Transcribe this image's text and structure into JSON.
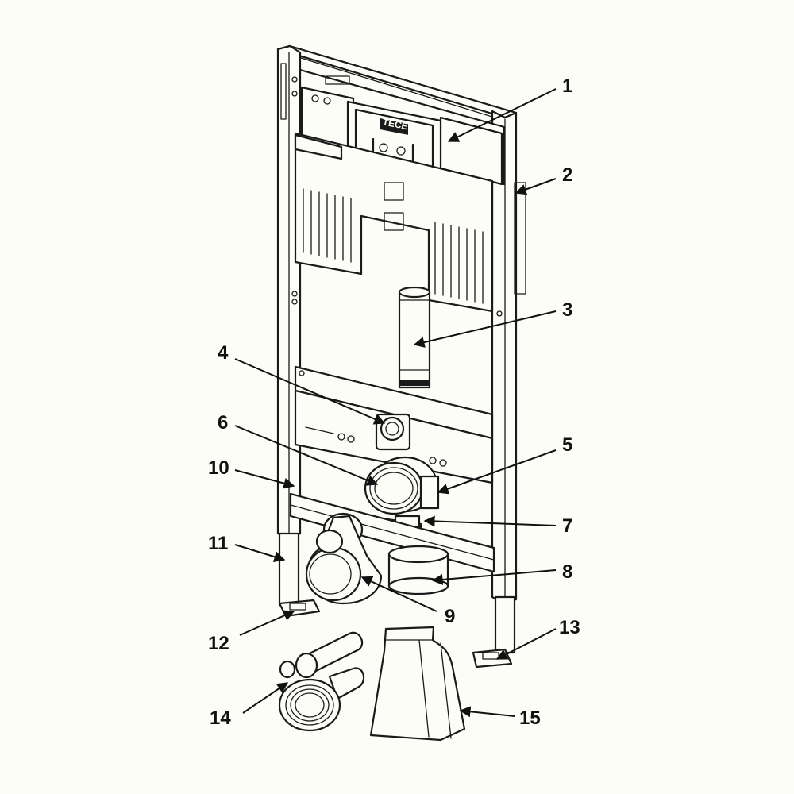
{
  "diagram": {
    "brand_label": "TECE",
    "callouts": [
      {
        "id": "c1",
        "label": "1"
      },
      {
        "id": "c2",
        "label": "2"
      },
      {
        "id": "c3",
        "label": "3"
      },
      {
        "id": "c4",
        "label": "4"
      },
      {
        "id": "c5",
        "label": "5"
      },
      {
        "id": "c6",
        "label": "6"
      },
      {
        "id": "c7",
        "label": "7"
      },
      {
        "id": "c8",
        "label": "8"
      },
      {
        "id": "c9",
        "label": "9"
      },
      {
        "id": "c10",
        "label": "10"
      },
      {
        "id": "c11",
        "label": "11"
      },
      {
        "id": "c12",
        "label": "12"
      },
      {
        "id": "c13",
        "label": "13"
      },
      {
        "id": "c14",
        "label": "14"
      },
      {
        "id": "c15",
        "label": "15"
      }
    ]
  }
}
